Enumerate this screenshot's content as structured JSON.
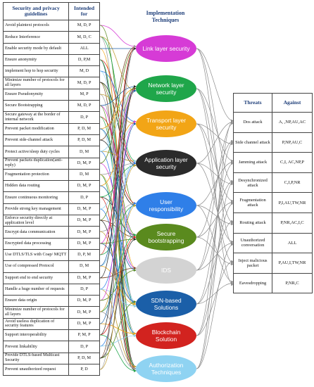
{
  "left_table": {
    "header_guideline": "Security and privacy guidelines",
    "header_intended": "Intended for",
    "rows": [
      {
        "g": "Avoid plaintext protocols",
        "i": "M, D, P"
      },
      {
        "g": "Reduce Interference",
        "i": "M, D, C"
      },
      {
        "g": "Enable  security mode by default",
        "i": "ALL"
      },
      {
        "g": "Ensure anonymity",
        "i": "D, P,M"
      },
      {
        "g": "implement hop to hop security",
        "i": "M, D"
      },
      {
        "g": "Minimize number of protocols for all layers",
        "i": "M, D, P"
      },
      {
        "g": "Ensure  Pseudonymity",
        "i": "M, P"
      },
      {
        "g": "Secure Bootstrapping",
        "i": "M, D, P"
      },
      {
        "g": "Secure gateway at the border of internal network",
        "i": "D, P"
      },
      {
        "g": "Prevent packet  modification",
        "i": "P, D, M"
      },
      {
        "g": "Prevent side-channel attack",
        "i": "P, D, M"
      },
      {
        "g": "Protect  active/sleep duty cycles",
        "i": "D, M"
      },
      {
        "g": "Prevent packets duplication(anti-reply)",
        "i": "D, M, P"
      },
      {
        "g": "Fragmentation protection",
        "i": "D, M"
      },
      {
        "g": "Hidden data routing",
        "i": "D, M, P"
      },
      {
        "g": "Ensure continuous monitoring",
        "i": "D, P"
      },
      {
        "g": "Provide strong  key management",
        "i": "D, M, P"
      },
      {
        "g": "Enforce security directly at application level",
        "i": "D, M, P"
      },
      {
        "g": "Encrypt data communication",
        "i": "D, M, P"
      },
      {
        "g": "Encrypted data processing",
        "i": "D, M, P"
      },
      {
        "g": "Use DTLS/TLS with Coap/ MQTT",
        "i": "D, P, M"
      },
      {
        "g": "Use of compressed Protocol",
        "i": "D, M"
      },
      {
        "g": "Support end to end security",
        "i": "D, M, P"
      },
      {
        "g": "Handle a huge number of requests",
        "i": "D,  P"
      },
      {
        "g": "Ensure data origin",
        "i": "D, M, P"
      },
      {
        "g": "Minimize number of protocols for all layers",
        "i": "D, M, P"
      },
      {
        "g": "Avoid useless duplication of security features",
        "i": "D, M, P"
      },
      {
        "g": "Support interoperability",
        "i": "P, M, P"
      },
      {
        "g": "Prevent linkability",
        "i": "D, P"
      },
      {
        "g": "Provide DTLS-based Multicast  Security",
        "i": "P, D, M"
      },
      {
        "g": "Prevent unauthorized request",
        "i": "P, D"
      }
    ]
  },
  "implementation": {
    "title": "Implementation Techniques",
    "nodes": [
      {
        "label": "Link layer security",
        "fill": "#d63bd6",
        "text": "#ffffff"
      },
      {
        "label": "Network  layer security",
        "fill": "#1fa64a",
        "text": "#ffffff"
      },
      {
        "label": "Transport layer security",
        "fill": "#f2a516",
        "text": "#ffffff"
      },
      {
        "label": "Application layer security",
        "fill": "#2b2b2b",
        "text": "#ffffff"
      },
      {
        "label": "User responsibility",
        "fill": "#2f7fe8",
        "text": "#ffffff"
      },
      {
        "label": "Secure bootstrapping",
        "fill": "#5a8a1e",
        "text": "#ffffff"
      },
      {
        "label": "IDS",
        "fill": "#d3d3d3",
        "text": "#ffffff"
      },
      {
        "label": "SDN-based Solutions",
        "fill": "#1b5fa8",
        "text": "#ffffff"
      },
      {
        "label": "Blockchain Solution",
        "fill": "#d2231f",
        "text": "#ffffff"
      },
      {
        "label": "Authorization Techniques",
        "fill": "#8fd3f2",
        "text": "#ffffff"
      }
    ]
  },
  "threats_table": {
    "header_threats": "Threats",
    "header_against": "Against",
    "rows": [
      {
        "t": "Dos attack",
        "a": "A, ,NP,AU,AC"
      },
      {
        "t": "Side channel attack",
        "a": "P,NP,AU,C"
      },
      {
        "t": "Jamming attack",
        "a": "C,I, AC,NP,P"
      },
      {
        "t": "Desynchronized attack",
        "a": "C,I,P,NR"
      },
      {
        "t": "Fragmentation attack",
        "a": "P,I,AU,TW,NR"
      },
      {
        "t": "Routing attack",
        "a": "P,NR,AC,I,C"
      },
      {
        "t": "Unauthorized conversation",
        "a": "ALL"
      },
      {
        "t": "Inject malicious packet",
        "a": "P,AU,I,TW,NR"
      },
      {
        "t": "Eavesdropping",
        "a": "P,NR,C"
      }
    ]
  },
  "colors": {
    "line_palette": [
      "#d63bd6",
      "#1fa64a",
      "#f2a516",
      "#2b2b2b",
      "#2f7fe8",
      "#5a8a1e",
      "#9a9a9a",
      "#1b5fa8",
      "#d2231f",
      "#8fd3f2",
      "#7a4a2a",
      "#c2a03a"
    ],
    "arrow_to_threat": "#8a8a8a"
  }
}
